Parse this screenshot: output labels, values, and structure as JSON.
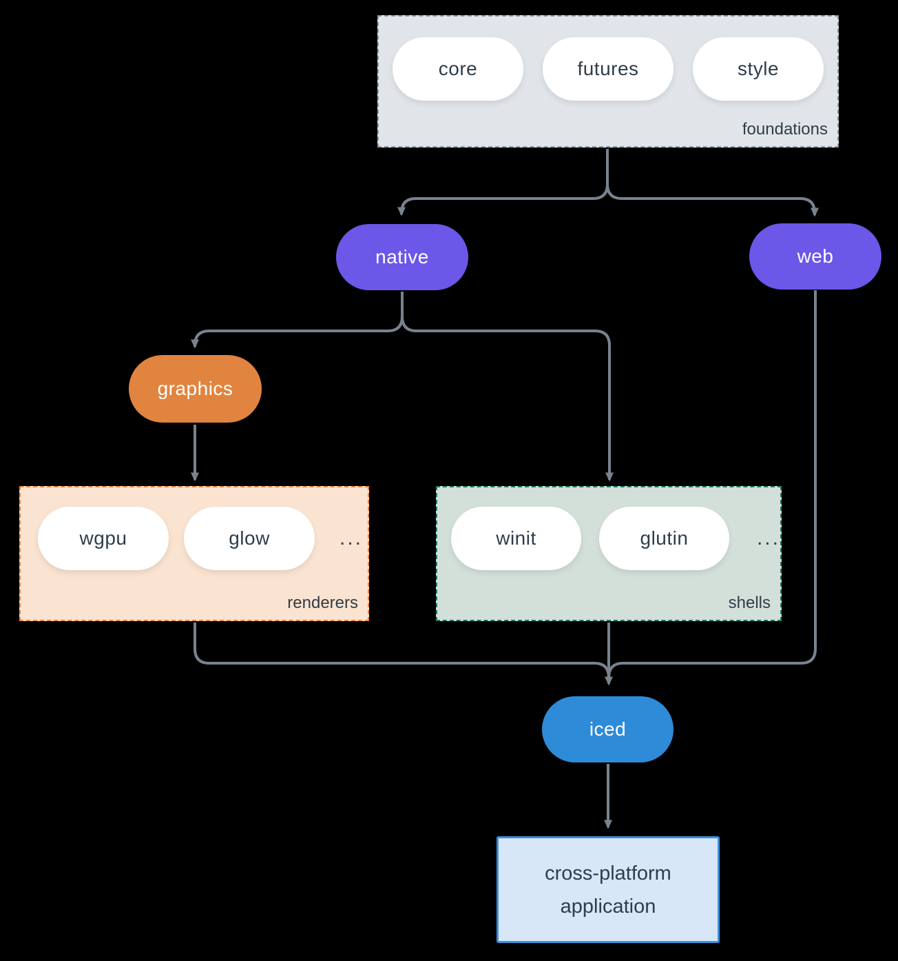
{
  "colors": {
    "background": "#000000",
    "arrow": "#78838f",
    "text_dark": "#2e3d4b",
    "pill_text_light": "#ffffff",
    "purple": "#6b57e8",
    "orange": "#e08440",
    "blue": "#2d8bd8",
    "foundations_fill": "#e1e5e9",
    "foundations_border": "#8a96a3",
    "renderers_fill": "#fae3d0",
    "renderers_border": "#e8863e",
    "shells_fill": "#d3e0d9",
    "shells_border": "#217a66",
    "app_fill": "#d7e7f7",
    "app_border": "#3b8ede"
  },
  "groups": {
    "foundations": {
      "label": "foundations",
      "pills": [
        {
          "label": "core"
        },
        {
          "label": "futures"
        },
        {
          "label": "style"
        }
      ]
    },
    "renderers": {
      "label": "renderers",
      "pills": [
        {
          "label": "wgpu"
        },
        {
          "label": "glow"
        }
      ],
      "more": "..."
    },
    "shells": {
      "label": "shells",
      "pills": [
        {
          "label": "winit"
        },
        {
          "label": "glutin"
        }
      ],
      "more": "..."
    }
  },
  "nodes": {
    "native": {
      "label": "native"
    },
    "web": {
      "label": "web"
    },
    "graphics": {
      "label": "graphics"
    },
    "iced": {
      "label": "iced"
    },
    "application": {
      "line1": "cross-platform",
      "line2": "application"
    }
  },
  "edges": [
    {
      "from": "foundations",
      "to": "native"
    },
    {
      "from": "foundations",
      "to": "web"
    },
    {
      "from": "native",
      "to": "graphics"
    },
    {
      "from": "native",
      "to": "shells"
    },
    {
      "from": "graphics",
      "to": "renderers"
    },
    {
      "from": "renderers",
      "to": "iced"
    },
    {
      "from": "shells",
      "to": "iced"
    },
    {
      "from": "web",
      "to": "iced"
    },
    {
      "from": "iced",
      "to": "application"
    }
  ]
}
